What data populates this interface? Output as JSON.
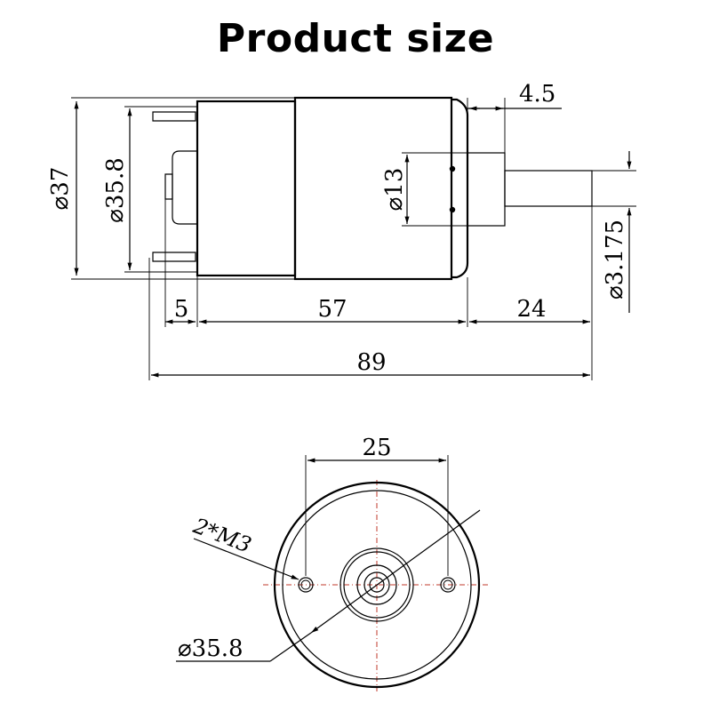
{
  "title": "Product size",
  "side_view": {
    "d_outer": "⌀37",
    "d_body": "⌀35.8",
    "d_boss": "⌀13",
    "boss_length": "4.5",
    "d_shaft": "⌀3.175",
    "len_rear": "5",
    "len_body": "57",
    "len_shaft": "24",
    "len_total": "89"
  },
  "front_view": {
    "hole_spacing": "25",
    "holes": "2*M3",
    "d_face": "⌀35.8"
  }
}
